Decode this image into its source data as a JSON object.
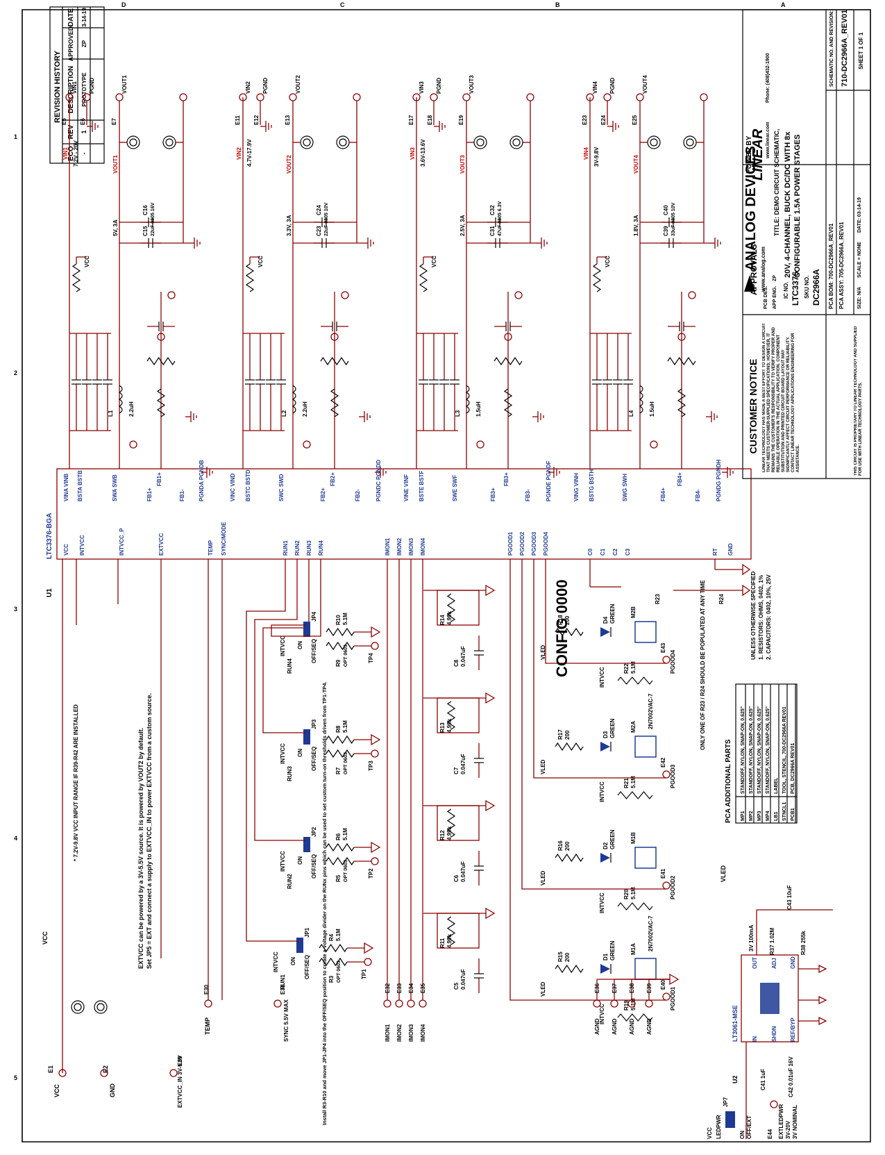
{
  "revision_history": {
    "title": "REVISION HISTORY",
    "headers": [
      "ECO",
      "REV",
      "DESCRIPTION",
      "APPROVED",
      "DATE"
    ],
    "row": [
      "-",
      "1",
      "PROTOTYPE",
      "ZP",
      "3-14-19"
    ]
  },
  "channels": [
    {
      "vin_pin": "E5",
      "vin": "VIN1",
      "gnd_pin": "E6",
      "vout_pin": "E7",
      "vout": "VOUT1",
      "vin_range": "7.2V - 20V",
      "vout_rating": "5V, 3A",
      "l": "L1",
      "l_val": "2.2uH",
      "c_out": "C15",
      "c_out_val": "22uF 0805 16V",
      "c_opt": "C16",
      "fb": "FB1+"
    },
    {
      "vin_pin": "E11",
      "vin": "VIN2",
      "gnd_pin": "E12",
      "vout_pin": "E13",
      "vout": "VOUT2",
      "vin_range": "4.7V-17.9V",
      "vout_rating": "3.3V, 3A",
      "l": "L2",
      "l_val": "2.2uH",
      "c_out": "C23",
      "c_out_val": "22uF 0805 10V",
      "c_opt": "C24",
      "fb": "FB2+"
    },
    {
      "vin_pin": "E17",
      "vin": "VIN3",
      "gnd_pin": "E18",
      "vout_pin": "E19",
      "vout": "VOUT3",
      "vin_range": "3.6V-13.6V",
      "vout_rating": "2.5V, 3A",
      "l": "L3",
      "l_val": "1.5uH",
      "c_out": "C31",
      "c_out_val": "47uF 0805 6.3V",
      "c_opt": "C32",
      "fb": "FB3+"
    },
    {
      "vin_pin": "E23",
      "vin": "VIN4",
      "gnd_pin": "E24",
      "vout_pin": "E25",
      "vout": "VOUT4",
      "vin_range": "3V-9.8V",
      "vout_rating": "1.8V, 3A",
      "l": "L4",
      "l_val": "1.5uH",
      "c_out": "C39",
      "c_out_val": "33uF 0805 10V",
      "c_opt": "C40",
      "fb": "FB4+"
    }
  ],
  "pgnd_label": "PGND",
  "vcc_label": "VCC",
  "ic": {
    "ref": "U1",
    "name": "LTC3376-BGA",
    "top_pins": [
      "VINA VINB",
      "BSTA BSTB",
      "SWA SWB",
      "FB1+",
      "FB1-",
      "PGNDA PGNDB",
      "VINC VIND",
      "BSTC BSTD",
      "SWC SWD",
      "FB2+",
      "FB2-",
      "PGNDC PGNDD",
      "VINE VINF",
      "BSTE BSTF",
      "SWE SWF",
      "FB3+",
      "FB3-",
      "PGNDE PGNDF",
      "VING VINH",
      "BSTG BSTH",
      "SWG SWH",
      "FB4+",
      "FB4-",
      "PGNDG PGNDH"
    ],
    "bottom_pins": [
      "VCC",
      "INTVCC",
      "INTVCC_P",
      "EXTVCC",
      "TEMP",
      "SYNC/MODE",
      "RUN1",
      "RUN2",
      "RUN3",
      "RUN4",
      "IMON1",
      "IMON2",
      "IMON3",
      "IMON4",
      "PGOOD1",
      "PGOOD2",
      "PGOOD3",
      "PGOOD4",
      "C0",
      "C1",
      "C2",
      "C3",
      "RT",
      "GND"
    ]
  },
  "config_text": "CONFIG 0000",
  "notes": {
    "unless": "UNLESS OTHERWISE SPECIFIED",
    "res": "1. RESISTORS: OHMS, 0402, 1%",
    "cap": "2. CAPACITORS: 0402, 10%, 25V",
    "r23_24": "ONLY ONE OF R23 / R24 SHOULD BE POPULATED AT ANY TIME",
    "vcc_range": "* 7.2V-9.8V VCC INPUT RANGE IF R39-R42 ARE INSTALLED",
    "extvcc_1": "EXTVCC can be powered by a 3V-5.5V source. It is powered by VOUT2 by default.",
    "extvcc_2": "Set JP5 = EXT and connect a supply to EXTVCC_IN to power EXTVCC from a custom source.",
    "install": "Install R3-R10 and move JP1-JP4 into the OFF/SEQ position to create a voltage divider on the RUNx pins which can be used to set custom turn-on thresholds driven from TP1-TP4."
  },
  "run_jumpers": [
    {
      "jp": "JP1",
      "run": "RUN1",
      "tp": "TP1",
      "r_top": "R4",
      "r_bot": "R3",
      "r_opt": "OPT 0603"
    },
    {
      "jp": "JP2",
      "run": "RUN2",
      "tp": "TP2",
      "r_top": "R6",
      "r_bot": "R5",
      "r_opt": "OPT 0603"
    },
    {
      "jp": "JP3",
      "run": "RUN3",
      "tp": "TP3",
      "r_top": "R8",
      "r_bot": "R7",
      "r_opt": "OPT 0603"
    },
    {
      "jp": "JP4",
      "run": "RUN4",
      "tp": "TP4",
      "r_top": "R10",
      "r_bot": "R9",
      "r_opt": "OPT 0603"
    }
  ],
  "imon": [
    {
      "r": "R11",
      "rv": "4.99k",
      "c": "C5",
      "cv": "0.047uF",
      "e": "E32",
      "lbl": "IMON1"
    },
    {
      "r": "R12",
      "rv": "4.99k",
      "c": "C6",
      "cv": "0.047uF",
      "e": "E33",
      "lbl": "IMON2"
    },
    {
      "r": "R13",
      "rv": "4.99k",
      "c": "C7",
      "cv": "0.047uF",
      "e": "E34",
      "lbl": "IMON3"
    },
    {
      "r": "R14",
      "rv": "4.99k",
      "c": "C8",
      "cv": "0.047uF",
      "e": "E35",
      "lbl": "IMON4"
    }
  ],
  "pgood": [
    {
      "led": "D1",
      "r_led": "R15",
      "r_pu": "R19",
      "fet": "M1A",
      "e": "E40",
      "lbl": "PGOOD1"
    },
    {
      "led": "D2",
      "r_led": "R16",
      "r_pu": "R20",
      "fet": "M1B",
      "e": "E41",
      "lbl": "PGOOD2"
    },
    {
      "led": "D3",
      "r_led": "R17",
      "r_pu": "R21",
      "fet": "M2A",
      "e": "E42",
      "lbl": "PGOOD3"
    },
    {
      "led": "D4",
      "r_led": "R18",
      "r_pu": "R22",
      "fet": "M2B",
      "e": "E43",
      "lbl": "PGOOD4"
    }
  ],
  "common": {
    "val_5_1m": "5.1M",
    "val_200": "200",
    "green": "GREEN",
    "fet_part": "2N7002VAC-7",
    "vled": "VLED",
    "intvcc": "INTVCC",
    "on": "ON",
    "offseq": "OFF/SEQ"
  },
  "ldo": {
    "ref": "U2",
    "part": "LT3061-MSE",
    "pins": [
      "IN",
      "IN",
      "SHDN",
      "REF/BYP",
      "OUT",
      "OUT",
      "ADJ",
      "GND",
      "GND"
    ],
    "out": "3V 100mA",
    "r37": "R37 1.02M",
    "r38": "R38 255k",
    "c41": "C41 1uF",
    "c42": "C42 0.01uF 16V",
    "c43": "C43 10uF"
  },
  "ledpwr": {
    "jp": "JP7",
    "vcc": "VCC",
    "ledpwr": "LEDPWR",
    "on": "ON",
    "off": "OFF/EXT",
    "e": "E44",
    "ext": "EXTLEDPWR",
    "range": "3V-20V",
    "nominal": "3V NOMINAL"
  },
  "io_left": [
    {
      "e": "E1",
      "lbl": "VCC"
    },
    {
      "e": "E2",
      "lbl": "GND"
    },
    {
      "e": "E29",
      "lbl": "EXTVCC_IN 3V-5.5V"
    },
    {
      "e": "E30",
      "lbl": "TEMP"
    },
    {
      "e": "E31",
      "lbl": "SYNC 5.5V MAX"
    }
  ],
  "agnd": [
    "E36",
    "E37",
    "E38",
    "E39"
  ],
  "agnd_label": "AGND",
  "pca_parts": {
    "title": "PCA ADDITIONAL PARTS",
    "rows": [
      [
        "MP1",
        "STANDOFF, NYLON, SNAP-ON, 0.625\""
      ],
      [
        "MP2",
        "STANDOFF, NYLON, SNAP-ON, 0.625\""
      ],
      [
        "MP3",
        "STANDOFF, NYLON, SNAP-ON, 0.625\""
      ],
      [
        "MP4",
        "STANDOFF, NYLON, SNAP-ON, 0.625\""
      ],
      [
        "LB1",
        "LABEL"
      ],
      [
        "STNCL1",
        "TOOL, STENCIL, 700-DC2966A REV01"
      ],
      [
        "PCB1",
        "PCB, DC2966A REV01"
      ]
    ]
  },
  "title_block": {
    "notice_title": "CUSTOMER NOTICE",
    "notice_body": "LINEAR TECHNOLOGY HAS MADE A BEST EFFORT TO DESIGN A CIRCUIT THAT MEETS CUSTOMER-SUPPLIED SPECIFICATIONS; HOWEVER, IT REMAINS THE CUSTOMER'S RESPONSIBILITY TO VERIFY PROPER AND RELIABLE OPERATION IN THE ACTUAL APPLICATION. COMPONENT SUBSTITUTION AND PRINTED CIRCUIT BOARD LAYOUT MAY SIGNIFICANTLY AFFECT CIRCUIT PERFORMANCE OR RELIABILITY. CONTACT LINEAR TECHNOLOGY APPLICATIONS ENGINEERING FOR ASSISTANCE.",
    "proprietary": "THIS CIRCUIT IS PROPRIETARY TO LINEAR TECHNOLOGY AND SUPPLIED FOR USE WITH LINEAR TECHNOLOGY PARTS.",
    "approvals": "APPROVALS",
    "pcb_des": "PCB DES.",
    "app_eng": "APP ENG.",
    "app_eng_val": "ZP",
    "ic_no": "IC NO.",
    "ic_no_val": "LTC3376",
    "sku_no": "SKU NO.",
    "sku_val": "DC2966A",
    "logo_adi": "ANALOG DEVICES",
    "website": "www.analog.com",
    "powered_by": "POWER BY",
    "logo_linear": "LINEAR",
    "lt_web": "www.linear.com",
    "phone": "Phone: (408)432-1900",
    "title_label": "TITLE: DEMO CIRCUIT SCHEMATIC,",
    "title_1": "20V, 4-CHANNEL, BUCK DC/DC WITH 8x",
    "title_2": "CONFIGURABLE 1.5A POWER STAGES",
    "pca_bom": "PCA BOM: 700-DC2966A_REV01",
    "pca_assy": "PCA ASSY: 705-DC2966A_REV01",
    "schem_label": "SCHEMATIC NO. AND REVISION:",
    "schem": "710-DC2966A_REV01",
    "size": "SIZE: N/A",
    "scale": "SCALE = NONE",
    "date": "DATE: 03-14-19",
    "sheet": "SHEET 1 OF 1"
  },
  "zones": [
    "A",
    "B",
    "C",
    "D",
    "1",
    "2",
    "3",
    "4",
    "5"
  ]
}
